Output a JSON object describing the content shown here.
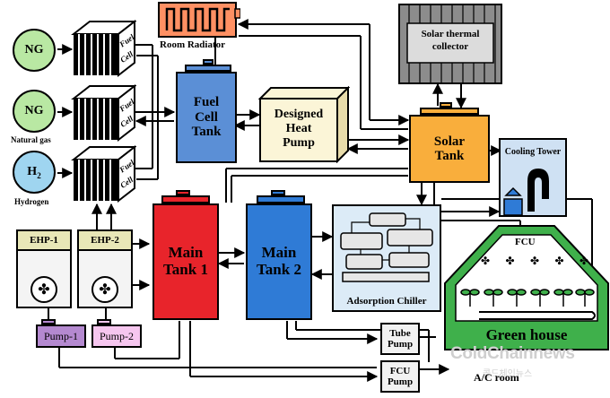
{
  "sources": [
    {
      "symbol": "NG",
      "caption": ""
    },
    {
      "symbol": "NG",
      "caption": "Natural gas"
    },
    {
      "symbol": "H",
      "sub": "2",
      "caption": "Hydrogen"
    }
  ],
  "fuel_cell_label_a": "Fuel",
  "fuel_cell_label_b": "Cell",
  "room_radiator": "Room Radiator",
  "fuel_cell_tank": {
    "l1": "Fuel",
    "l2": "Cell",
    "l3": "Tank"
  },
  "heat_pump": {
    "l1": "Designed",
    "l2": "Heat",
    "l3": "Pump"
  },
  "solar_collector": {
    "l1": "Solar thermal",
    "l2": "collector"
  },
  "solar_tank": {
    "l1": "Solar",
    "l2": "Tank"
  },
  "cooling_tower": "Cooling Tower",
  "ehp": [
    "EHP-1",
    "EHP-2"
  ],
  "main_tank_1": {
    "l1": "Main",
    "l2": "Tank 1"
  },
  "main_tank_2": {
    "l1": "Main",
    "l2": "Tank 2"
  },
  "adsorption_chiller": "Adsorption Chiller",
  "pumps": [
    "Pump-1",
    "Pump-2"
  ],
  "tube_pump": {
    "l1": "Tube",
    "l2": "Pump"
  },
  "fcu_pump": {
    "l1": "FCU",
    "l2": "Pump"
  },
  "fcu": "FCU",
  "green_house": "Green house",
  "ac_room": "A/C room",
  "watermark": {
    "brand": "ColdChainnews",
    "sub": "콜드체인뉴스"
  },
  "colors": {
    "fuel_cell_tank": "#5b8fd6",
    "heat_pump": "#fbf5d7",
    "solar_tank": "#f9ae3c",
    "main_tank_1": "#e8242b",
    "main_tank_2": "#2f7bd6",
    "solar_collector": "#8c8c8c",
    "cooling_tower": "#cfe1f3",
    "adsorption_chiller": "#dcebf7",
    "green_house": "#3fb04b",
    "pump1": "#b489d0",
    "pump2": "#f6c6ef"
  }
}
